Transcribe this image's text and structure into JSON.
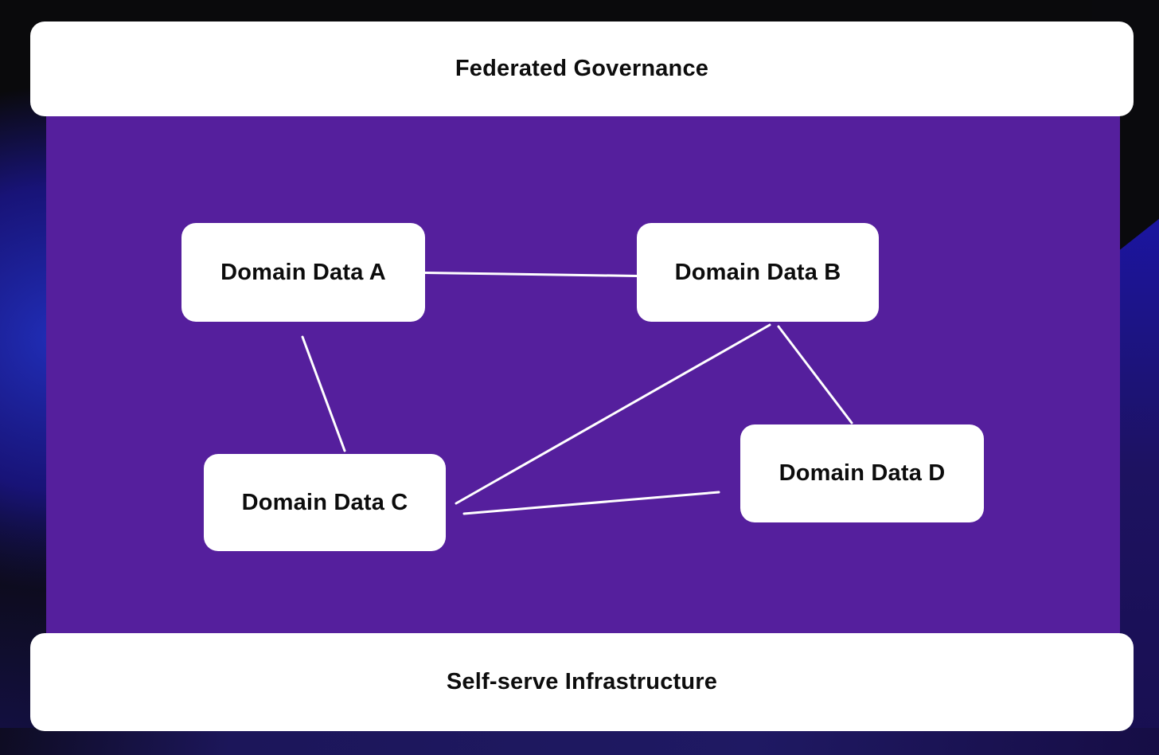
{
  "diagram": {
    "title_concept": "Data mesh architecture",
    "governance_label": "Federated Governance",
    "infrastructure_label": "Self-serve Infrastructure",
    "nodes": [
      {
        "id": "A",
        "label": "Domain Data A"
      },
      {
        "id": "B",
        "label": "Domain Data B"
      },
      {
        "id": "C",
        "label": "Domain Data C"
      },
      {
        "id": "D",
        "label": "Domain Data D"
      }
    ],
    "edges": [
      {
        "from": "A",
        "to": "B"
      },
      {
        "from": "A",
        "to": "C"
      },
      {
        "from": "B",
        "to": "C"
      },
      {
        "from": "B",
        "to": "D"
      },
      {
        "from": "C",
        "to": "D"
      }
    ],
    "colors": {
      "mesh_purple": "#551f9d",
      "panel_white": "#ffffff",
      "edge_line_white": "#ffffff",
      "text_black": "#0d0d0d",
      "canvas_black": "#0a0a0c",
      "accent_blue": "#1c18ab",
      "deep_indigo": "#1b1058",
      "glow_blue": "#202db6"
    }
  }
}
